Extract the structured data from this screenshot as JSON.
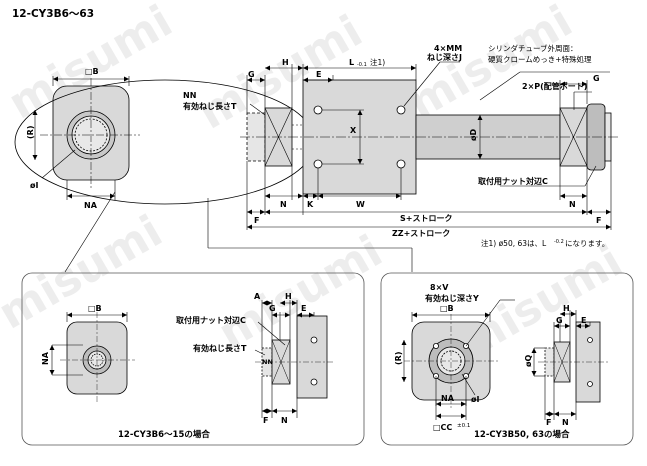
{
  "title": "12-CY3B6～63",
  "main_view": {
    "labels": {
      "B": "□B",
      "R": "(R)",
      "phiI": "øI",
      "NA": "NA",
      "NN": "NN",
      "T": "有効ねじ長さT",
      "G": "G",
      "H": "H",
      "E": "E",
      "L": "L",
      "L_tol": "-0.1",
      "L_note": "注1)",
      "MM": "4×MM",
      "J": "ねじ深さJ",
      "chrome1": "シリンダチューブ外周面：",
      "chrome2": "硬質クロームめっき+特殊処理",
      "P": "2×P(配管ポート)",
      "X": "X",
      "phiD": "øD",
      "C": "取付用ナット対辺C",
      "N": "N",
      "K": "K",
      "W": "W",
      "F": "F",
      "S_stroke": "S+ストローク",
      "ZZ_stroke": "ZZ+ストローク"
    },
    "note": "注1) ø50, 63は、L",
    "note_tol": "-0.2",
    "note_end": "になります。"
  },
  "detail_small": {
    "caption": "12-CY3B6～15の場合",
    "labels": {
      "B": "□B",
      "NA": "NA",
      "C": "取付用ナット対辺C",
      "T": "有効ねじ長さT",
      "NN": "NN",
      "A": "A",
      "G": "G",
      "H": "H",
      "E": "E",
      "F": "F",
      "N": "N"
    }
  },
  "detail_large": {
    "caption": "12-CY3B50, 63の場合",
    "labels": {
      "V": "8×V",
      "Y": "有効ねじ深さY",
      "B": "□B",
      "R": "(R)",
      "NA": "NA",
      "phiI": "øI",
      "CC": "□CC",
      "CC_tol": "±0.1",
      "G": "G",
      "H": "H",
      "E": "E",
      "Q": "øQ",
      "F": "F",
      "N": "N"
    }
  },
  "watermark": "misumi",
  "colors": {
    "body_fill": "#d9d9d9",
    "body_dark": "#bdbdbd",
    "line": "#000000",
    "panel_border": "#555555"
  }
}
